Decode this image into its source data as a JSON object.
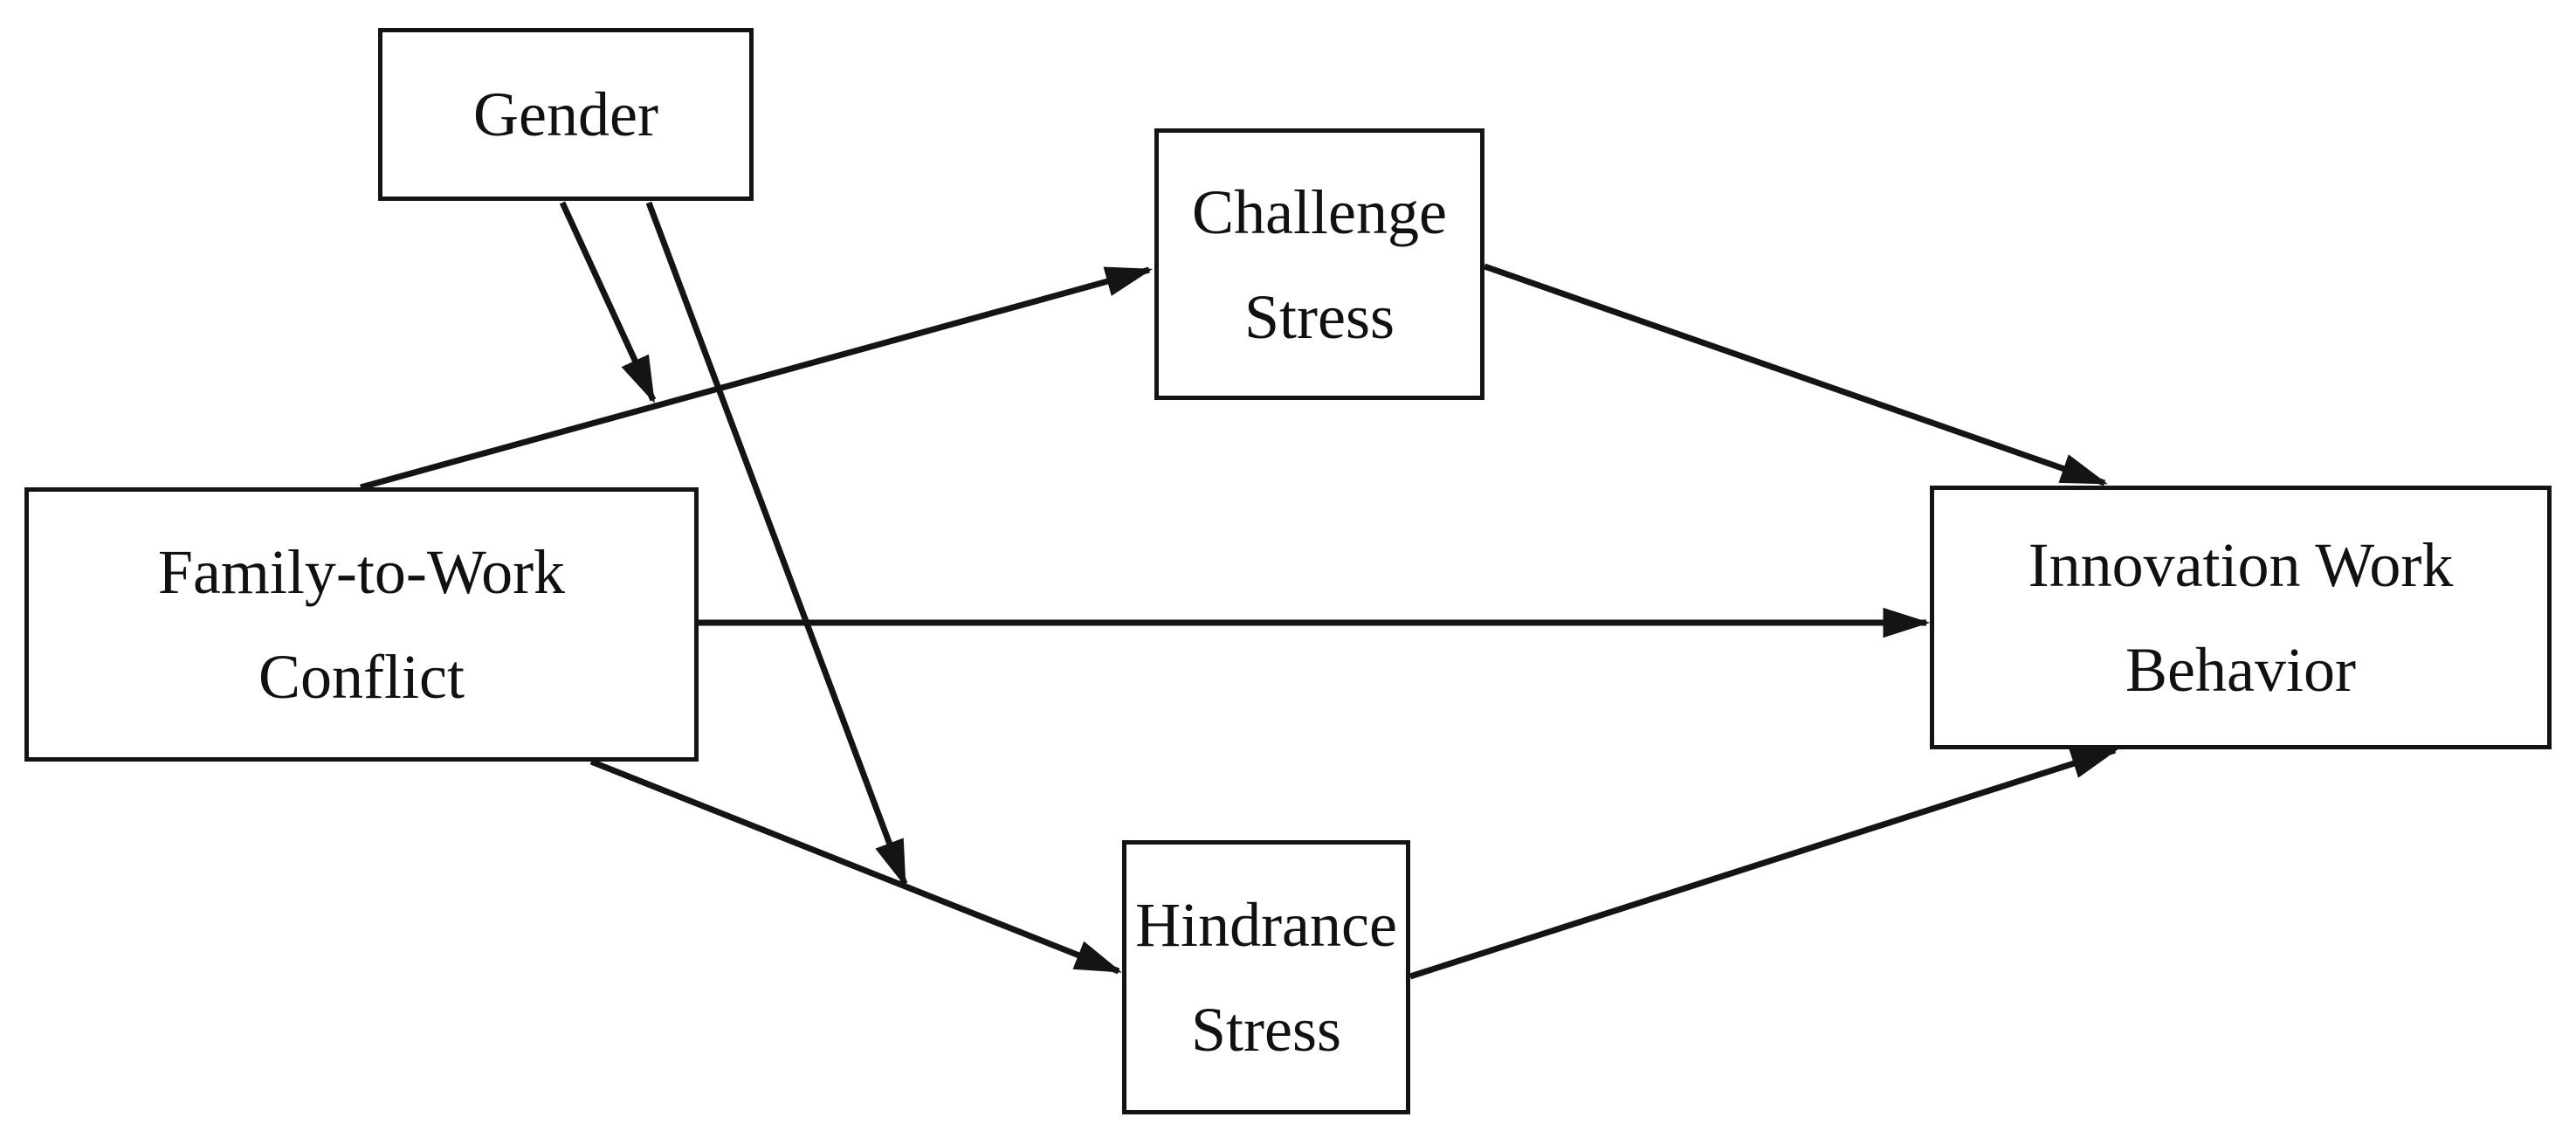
{
  "diagram": {
    "background_color": "#ffffff",
    "line_color": "#141414",
    "text_color": "#111111",
    "nodes": {
      "gender": {
        "lines": [
          "Gender"
        ]
      },
      "challenge_stress": {
        "lines": [
          "Challenge",
          "Stress"
        ]
      },
      "family_to_work_conflict": {
        "lines": [
          "Family-to-Work",
          "Conflict"
        ]
      },
      "innovation_work_behavior": {
        "lines": [
          "Innovation Work",
          "Behavior"
        ]
      },
      "hindrance_stress": {
        "lines": [
          "Hindrance",
          "Stress"
        ]
      }
    },
    "edges": [
      {
        "from": "Family-to-Work Conflict",
        "to": "Challenge Stress",
        "type": "direct"
      },
      {
        "from": "Family-to-Work Conflict",
        "to": "Innovation Work Behavior",
        "type": "direct"
      },
      {
        "from": "Family-to-Work Conflict",
        "to": "Hindrance Stress",
        "type": "direct"
      },
      {
        "from": "Challenge Stress",
        "to": "Innovation Work Behavior",
        "type": "direct"
      },
      {
        "from": "Hindrance Stress",
        "to": "Innovation Work Behavior",
        "type": "direct"
      },
      {
        "from": "Gender",
        "to": "path: Family-to-Work Conflict -> Challenge Stress",
        "type": "moderation"
      },
      {
        "from": "Gender",
        "to": "path: Family-to-Work Conflict -> Hindrance Stress",
        "type": "moderation"
      }
    ]
  }
}
